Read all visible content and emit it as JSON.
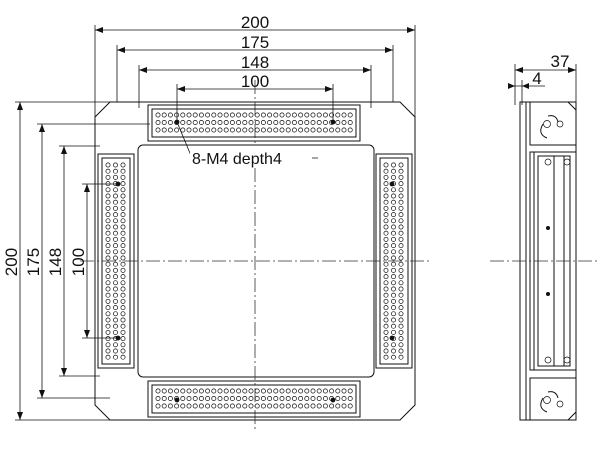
{
  "title": "",
  "top_dims": {
    "d200": "200",
    "d175": "175",
    "d148": "148",
    "d100": "100"
  },
  "left_dims": {
    "d200": "200",
    "d175": "175",
    "d148": "148",
    "d100": "100"
  },
  "side_dims": {
    "d37": "37",
    "d4": "4"
  },
  "hole_note": "8-M4 depth4",
  "colors": {
    "line": "#111111",
    "background": "#ffffff"
  }
}
